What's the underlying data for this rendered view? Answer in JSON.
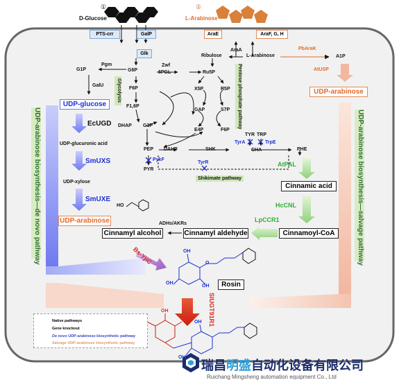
{
  "header": {
    "glucose_num": "①",
    "glucose": "D-Glucose",
    "arabinose_num": "②",
    "arabinose": "L-Arabinose"
  },
  "transporters": {
    "pts": "PTS-crr",
    "galp": "GalP",
    "arae": "AraE",
    "arafgh": "AraF, G, H"
  },
  "glycolysis": {
    "glk": "Glk",
    "g6p": "G6P",
    "zwf": "Zwf",
    "pgl6": "6PGL",
    "ru5p": "Ru5P",
    "ribulose": "Ribulose",
    "araa": "AraA",
    "larab": "L-Arabinose",
    "g1p": "G1P",
    "pgm": "Pgm",
    "galu": "GalU",
    "f6p": "F6P",
    "f16p": "F1,6P",
    "dhap": "DHAP",
    "g3p": "G3P",
    "x5p": "X5P",
    "r5p": "R5P",
    "gap": "GAP",
    "s7p": "S7P",
    "e4p": "E4P",
    "f6p2": "F6P",
    "glycolysis_label": "Glycolysis",
    "ppp_label": "Pentose phosphate pathway"
  },
  "shikimate": {
    "pep": "PEP",
    "dahp": "DAHP",
    "shk": "SHK",
    "tyr": "TYR",
    "trp": "TRP",
    "tyra": "TyrA",
    "trpe": "TrpE",
    "cha": "CHA",
    "phe": "PHE",
    "pyr": "PYR",
    "pykf": "PykF",
    "tyrr": "TyrR",
    "shikimate_label": "Shikimate pathway"
  },
  "denovo": {
    "udp_glucose": "UDP-glucose",
    "ecugd": "EcUGD",
    "udp_glucuronic": "UDP-glucuronic acid",
    "smuxs": "SmUXS",
    "udp_xylose": "UDP-xylose",
    "smuxe": "SmUXE",
    "udp_arabinose": "UDP-arabinose",
    "side_label": "UDP-arabinose biosynthesis—de novo pathway"
  },
  "salvage": {
    "pbarak": "PbAraK",
    "a1p": "A1P",
    "atusp": "AtUSP",
    "udp_arabinose": "UDP-arabinose",
    "side_label": "UDP-arabinose biosynthesis—salvage pathway"
  },
  "cinnamyl": {
    "atpal": "AtPAL",
    "cinnamic_acid": "Cinnamic acid",
    "hccnl": "HcCNL",
    "lpccr1": "LpCCR1",
    "cinnamoyl_coa": "Cinnamoyl-CoA",
    "cinnamyl_aldehyde": "Cinnamyl aldehyde",
    "adhs": "ADHs/AKRs",
    "cinnamyl_alcohol": "Cinnamyl alcohol",
    "ho": "HO",
    "bs_yjic": "Bs-YjiC",
    "rosin": "Rosin",
    "slugt": "SlUGT91R1",
    "oh": "OH",
    "o": "O"
  },
  "legend": {
    "native": "Native pathways",
    "knockout": "Gene knockout",
    "denovo_a": "De novo",
    "denovo_b": " UDP-arabinose biosynthetic pathway",
    "salvage": "Salvage UDP-arabinose biosynthetic pathway"
  },
  "logo": {
    "name_a": "瑞昌",
    "name_b": "明盛",
    "name_c": "自动化设备有限公司",
    "sub": "Ruichang Mingsheng automation equipment Co., Ltd"
  },
  "colors": {
    "blue": "#1a2fd6",
    "green": "#2fae35",
    "orange": "#e06a2c",
    "red": "#e0291d",
    "cell": "#f2f2f2"
  }
}
